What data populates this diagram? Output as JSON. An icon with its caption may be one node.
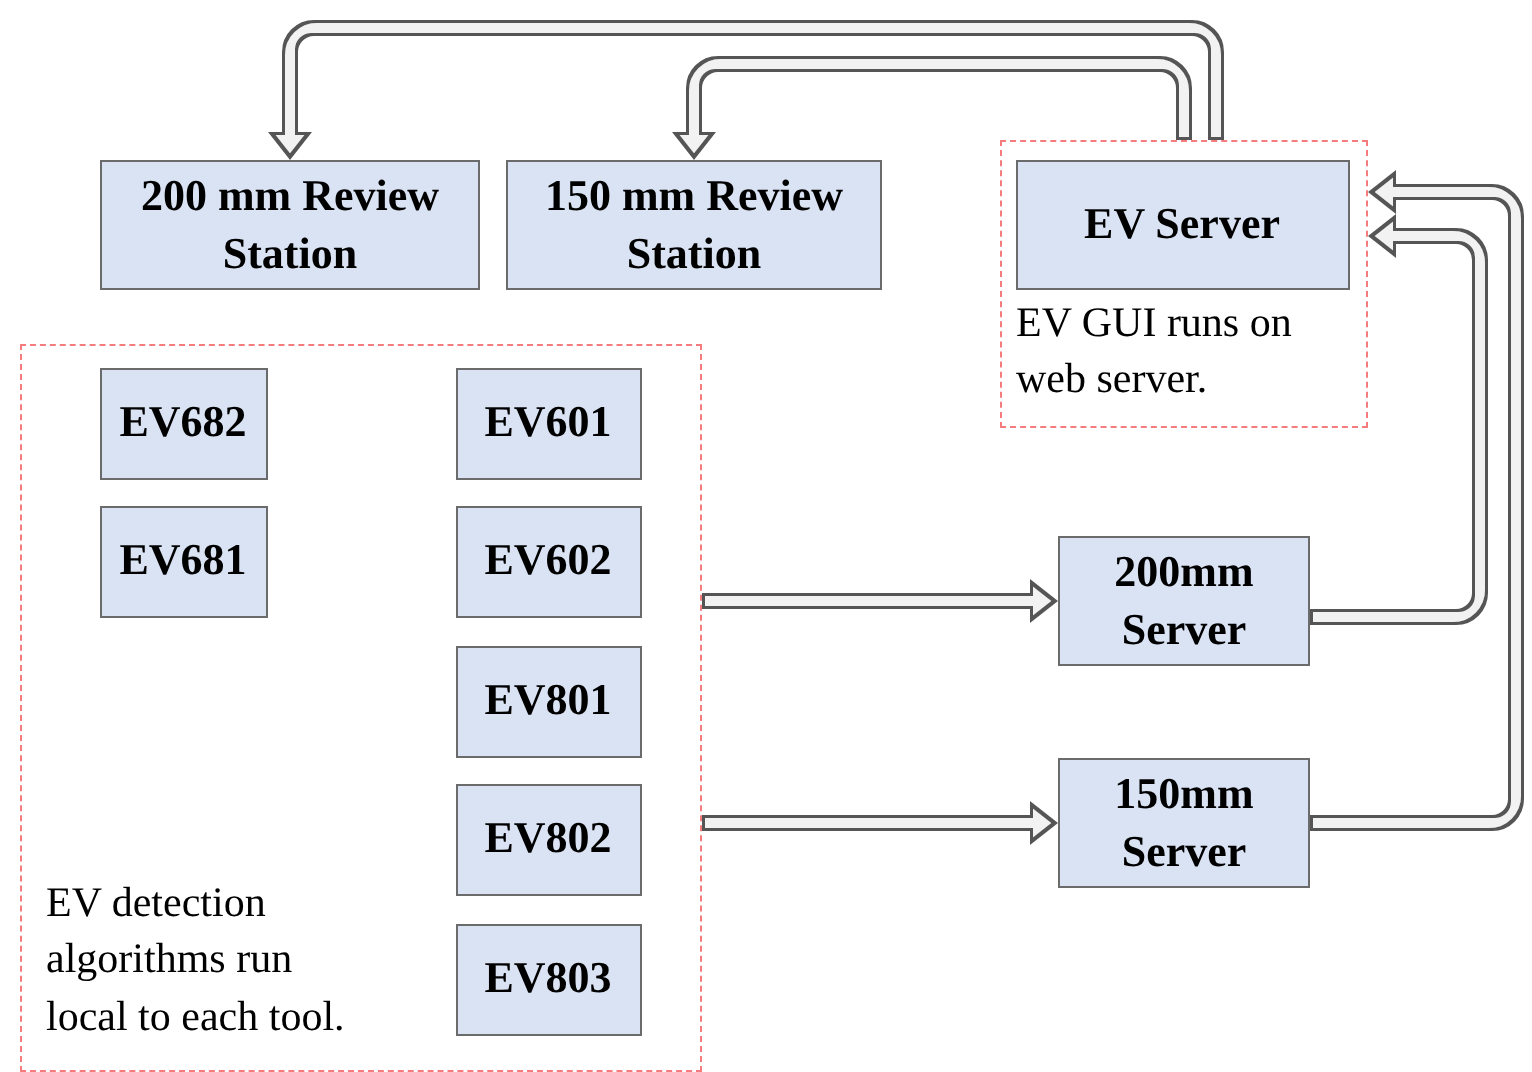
{
  "diagram": {
    "nodes": [
      {
        "text": [
          "200 mm Review Station"
        ]
      },
      {
        "text": [
          "150 mm Review Station"
        ]
      },
      {
        "text": [
          "EV GUI runs on web server."
        ]
      },
      {
        "text": [
          "EV Server"
        ],
        "in": 2
      },
      {
        "text": [
          "EV detection algorithms run local to each tool."
        ]
      },
      {
        "text": [
          "EV682"
        ],
        "in": 4
      },
      {
        "text": [
          "EV601"
        ],
        "in": 4
      },
      {
        "text": [
          "EV681"
        ],
        "in": 4
      },
      {
        "text": [
          "EV602"
        ],
        "in": 4
      },
      {
        "text": [
          "EV801"
        ],
        "in": 4
      },
      {
        "text": [
          "EV802"
        ],
        "in": 4
      },
      {
        "text": [
          "EV803"
        ],
        "in": 4
      },
      {
        "text": [
          "200mm Server"
        ]
      },
      {
        "text": [
          "150mm Server"
        ]
      }
    ],
    "edges": [
      {
        "from": 2,
        "to": 0,
        "arrow": "to"
      },
      {
        "from": 2,
        "to": 1,
        "arrow": "to"
      },
      {
        "from": 4,
        "to": 12,
        "arrow": "to"
      },
      {
        "from": 4,
        "to": 13,
        "arrow": "to"
      },
      {
        "from": 12,
        "to": 2,
        "arrow": "to"
      },
      {
        "from": 13,
        "to": 2,
        "arrow": "to"
      }
    ]
  }
}
